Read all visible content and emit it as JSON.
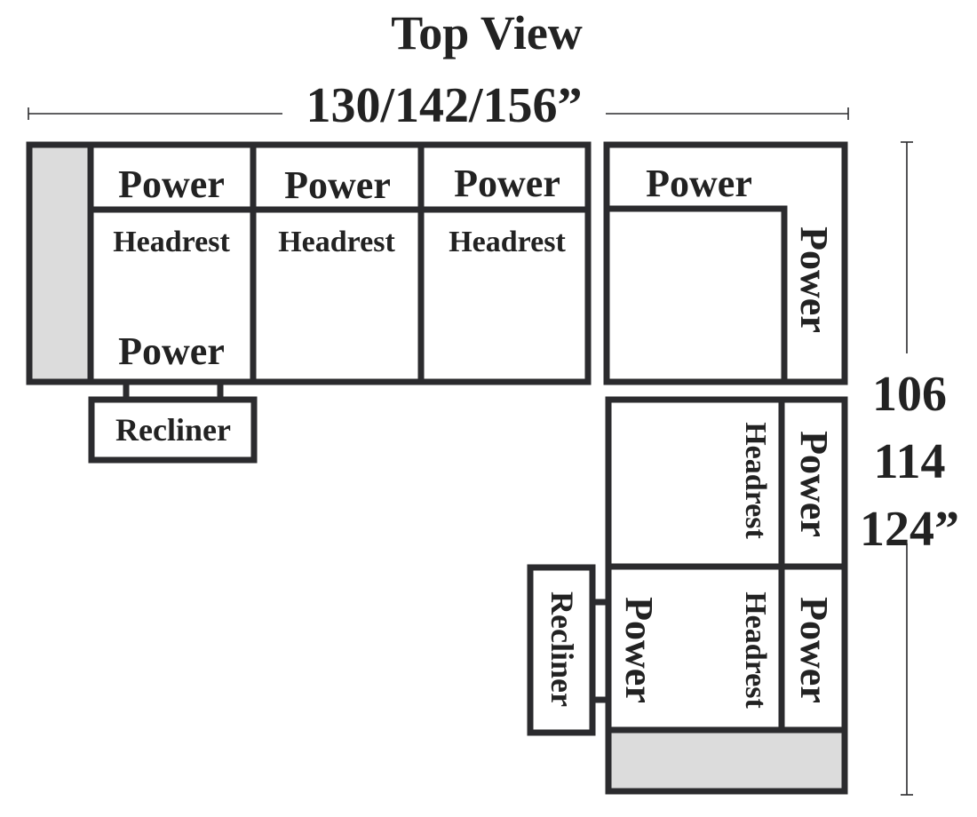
{
  "title": "Top View",
  "width_dimension": "130/142/156”",
  "depth_dimension": [
    "106",
    "114",
    "124”"
  ],
  "labels": {
    "power": "Power",
    "headrest": "Headrest",
    "recliner": "Recliner"
  },
  "colors": {
    "title": "#5b6ee8",
    "outline": "#2b2b2e",
    "arm_fill": "#dcdcdc",
    "text": "#222222"
  }
}
